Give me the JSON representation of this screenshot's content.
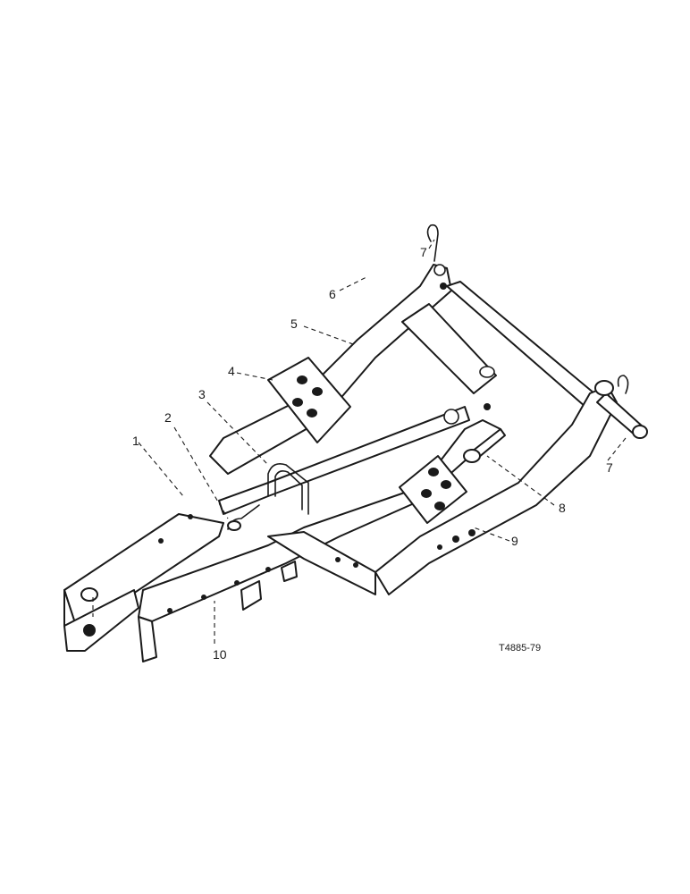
{
  "callouts": {
    "c1": "1",
    "c2": "2",
    "c3": "3",
    "c4": "4",
    "c5": "5",
    "c6": "6",
    "c7a": "7",
    "c7b": "7",
    "c8": "8",
    "c9": "9",
    "c10": "10"
  },
  "figure_code": "T4885-79"
}
